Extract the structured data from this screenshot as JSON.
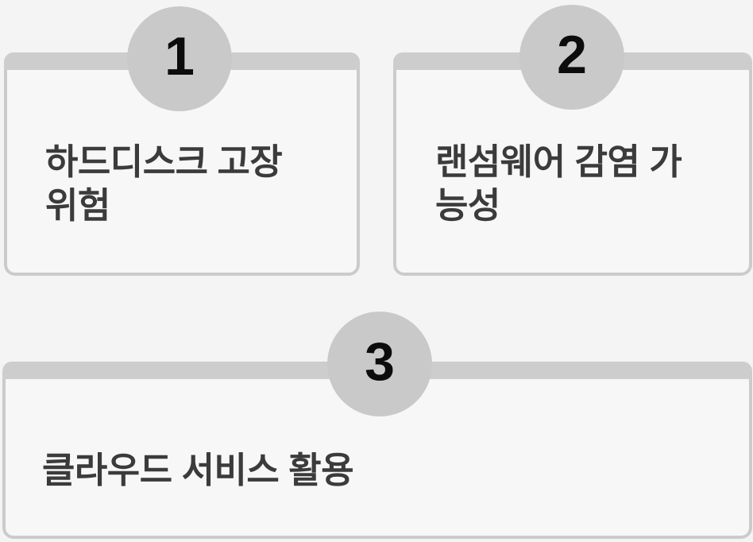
{
  "page": {
    "background_color": "#f4f4f4",
    "card_fill_color": "#f7f7f7",
    "card_border_color": "#cbcbcb",
    "bar_color": "#cdcdcd",
    "badge_color": "#c9c9c9",
    "number_color": "#0c0c0c",
    "title_color": "#3b3b3b"
  },
  "cards": [
    {
      "number": "1",
      "title": "하드디스크 고장 위험",
      "title_lines": [
        "하드디스크 고장",
        "위험"
      ]
    },
    {
      "number": "2",
      "title": "랜섬웨어 감염 가능성",
      "title_lines": [
        "랜섬웨어 감염 가",
        "능성"
      ]
    },
    {
      "number": "3",
      "title": "클라우드 서비스 활용",
      "title_lines": [
        "클라우드 서비스 활용"
      ]
    }
  ]
}
